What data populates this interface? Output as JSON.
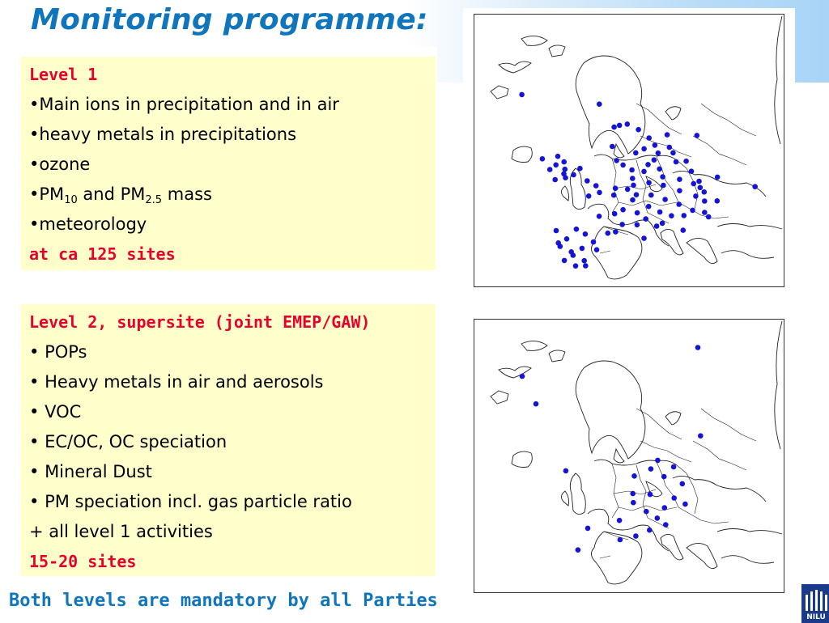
{
  "title": "Monitoring programme:",
  "footer": "Both levels are mandatory by all Parties",
  "logo_text": "NILU",
  "colors": {
    "title": "#0f75bc",
    "box_background": "#ffffcc",
    "level_heading": "#e8002d",
    "station_dot": "#1414d8",
    "decoration_band": "#a9d4f7"
  },
  "level1": {
    "heading": "Level 1",
    "items": [
      {
        "bullet": "•",
        "text": "Main ions in precipitation and in air"
      },
      {
        "bullet": "•",
        "text": "heavy metals in precipitations"
      },
      {
        "bullet": "•",
        "text": "ozone"
      }
    ],
    "pm": {
      "bullet": "•",
      "pm_a": "PM",
      "sub_a": "10",
      "and": " and ",
      "pm_b": "PM",
      "sub_b": "2.5",
      "mass": " mass"
    },
    "last_item": {
      "bullet": "•",
      "text": "meteorology"
    },
    "sites": "at ca 125 sites"
  },
  "level2": {
    "heading": "Level 2, supersite (joint EMEP/GAW)",
    "items": [
      {
        "bullet": "•",
        "text": " POPs"
      },
      {
        "bullet": "•",
        "text": " Heavy metals in air and aerosols"
      },
      {
        "bullet": "•",
        "text": " VOC"
      },
      {
        "bullet": "•",
        "text": " EC/OC, OC speciation"
      },
      {
        "bullet": "•",
        "text": " Mineral Dust"
      },
      {
        "bullet": "•",
        "text": " PM speciation incl. gas particle ratio"
      }
    ],
    "extra": "+ all level 1 activities",
    "sites": "15-20 sites"
  },
  "map_level1": {
    "marker": "station-dot",
    "stations": [
      [
        -6.0,
        64.8
      ],
      [
        0.5,
        62.5
      ],
      [
        -1.0,
        62.0
      ],
      [
        3.0,
        62.0
      ],
      [
        -2.0,
        61.5
      ],
      [
        5.5,
        61.0
      ],
      [
        9.0,
        62.2
      ],
      [
        15.0,
        63.2
      ],
      [
        7.0,
        60.0
      ],
      [
        10.0,
        60.2
      ],
      [
        5.0,
        59.0
      ],
      [
        8.0,
        58.8
      ],
      [
        -1.5,
        58.2
      ],
      [
        3.5,
        58.0
      ],
      [
        11.0,
        59.4
      ],
      [
        14.0,
        58.5
      ],
      [
        21.0,
        57.0
      ],
      [
        6.5,
        56.5
      ],
      [
        9.0,
        56.2
      ],
      [
        17.5,
        55.6
      ],
      [
        19.0,
        54.0
      ],
      [
        29.0,
        56.8
      ],
      [
        0.0,
        56.0
      ],
      [
        1.5,
        55.5
      ],
      [
        3.5,
        55.0
      ],
      [
        6.0,
        55.2
      ],
      [
        10.0,
        55.0
      ],
      [
        13.5,
        55.2
      ],
      [
        16.5,
        55.0
      ],
      [
        18.0,
        54.6
      ],
      [
        4.0,
        53.6
      ],
      [
        7.5,
        53.5
      ],
      [
        10.5,
        53.6
      ],
      [
        14.0,
        53.3
      ],
      [
        17.5,
        53.0
      ],
      [
        19.5,
        52.5
      ],
      [
        22.0,
        53.0
      ],
      [
        -12.0,
        53.0
      ],
      [
        -13.0,
        52.0
      ],
      [
        -10.0,
        52.6
      ],
      [
        -8.0,
        52.0
      ],
      [
        -7.0,
        53.3
      ],
      [
        -9.5,
        51.2
      ],
      [
        -5.0,
        51.5
      ],
      [
        -3.0,
        51.0
      ],
      [
        1.0,
        51.3
      ],
      [
        3.5,
        51.6
      ],
      [
        5.5,
        51.0
      ],
      [
        8.5,
        51.5
      ],
      [
        11.5,
        51.3
      ],
      [
        14.5,
        51.0
      ],
      [
        17.5,
        50.5
      ],
      [
        20.0,
        50.6
      ],
      [
        -11.5,
        50.5
      ],
      [
        -2.0,
        50.0
      ],
      [
        1.0,
        50.1
      ],
      [
        5.0,
        50.0
      ],
      [
        8.5,
        49.5
      ],
      [
        11.0,
        49.0
      ],
      [
        13.5,
        48.8
      ],
      [
        16.0,
        49.3
      ],
      [
        3.5,
        48.0
      ],
      [
        6.5,
        48.0
      ],
      [
        8.5,
        47.3
      ],
      [
        11.0,
        46.5
      ],
      [
        7.0,
        46.0
      ],
      [
        12.0,
        47.2
      ],
      [
        2.0,
        47.0
      ],
      [
        -1.0,
        46.0
      ],
      [
        4.0,
        45.5
      ],
      [
        9.0,
        44.0
      ],
      [
        1.5,
        43.5
      ],
      [
        -5.0,
        43.0
      ],
      [
        -3.0,
        42.5
      ],
      [
        -1.0,
        41.5
      ],
      [
        -6.5,
        41.0
      ],
      [
        -3.0,
        40.0
      ],
      [
        0.0,
        40.3
      ],
      [
        -5.0,
        39.0
      ],
      [
        -2.0,
        38.0
      ],
      [
        -7.5,
        39.5
      ],
      [
        -6.0,
        37.3
      ],
      [
        -8.0,
        40.0
      ],
      [
        -9.0,
        42.0
      ],
      [
        -4.5,
        38.5
      ],
      [
        -3.5,
        36.8
      ],
      [
        -1.5,
        37.2
      ],
      [
        -10.0,
        51.8
      ],
      [
        3.0,
        44.0
      ],
      [
        -22.0,
        63.5
      ],
      [
        12.0,
        58.0
      ],
      [
        -4.0,
        49.0
      ],
      [
        7.5,
        57.5
      ],
      [
        15.5,
        57.0
      ],
      [
        4.5,
        52.5
      ],
      [
        21.0,
        50.0
      ],
      [
        16.5,
        46.8
      ],
      [
        -10.5,
        53.8
      ],
      [
        -12.0,
        54.5
      ],
      [
        -15.0,
        53.5
      ]
    ]
  },
  "map_level2": {
    "marker": "station-dot",
    "stations": [
      [
        -23.0,
        67.5
      ],
      [
        11.0,
        78.9
      ],
      [
        -19.0,
        63.4
      ],
      [
        15.5,
        64.2
      ],
      [
        8.0,
        58.5
      ],
      [
        11.5,
        58.0
      ],
      [
        7.0,
        56.8
      ],
      [
        10.0,
        56.0
      ],
      [
        14.0,
        55.5
      ],
      [
        4.0,
        55.0
      ],
      [
        -10.0,
        53.3
      ],
      [
        4.5,
        52.0
      ],
      [
        8.0,
        52.5
      ],
      [
        13.0,
        52.8
      ],
      [
        15.5,
        52.2
      ],
      [
        11.5,
        50.8
      ],
      [
        5.0,
        50.5
      ],
      [
        8.0,
        49.5
      ],
      [
        10.5,
        48.8
      ],
      [
        12.5,
        48.0
      ],
      [
        3.0,
        47.0
      ],
      [
        9.5,
        46.5
      ],
      [
        -3.0,
        44.5
      ],
      [
        7.0,
        45.0
      ],
      [
        4.0,
        43.8
      ],
      [
        -4.0,
        40.5
      ]
    ]
  }
}
